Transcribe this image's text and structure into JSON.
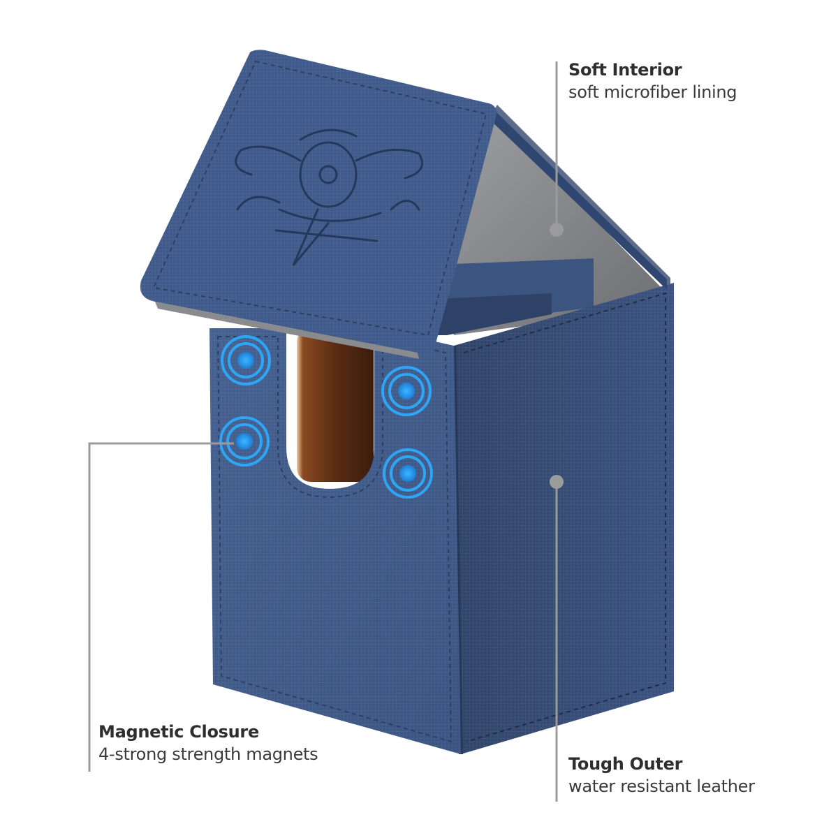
{
  "callouts": {
    "soft_interior": {
      "title": "Soft Interior",
      "desc": "soft microfiber lining"
    },
    "magnetic_closure": {
      "title": "Magnetic Closure",
      "desc": "4-strong strength magnets"
    },
    "tough_outer": {
      "title": "Tough Outer",
      "desc": "water resistant leather"
    }
  },
  "colors": {
    "leather_front": "#3e5785",
    "leather_side": "#344a72",
    "leather_lid": "#3f5a8a",
    "lining": "#8a8b8e",
    "magnet_glow": "#2ea6f5",
    "leader_line": "#9b9b9b",
    "text": "#2e2e2e"
  }
}
